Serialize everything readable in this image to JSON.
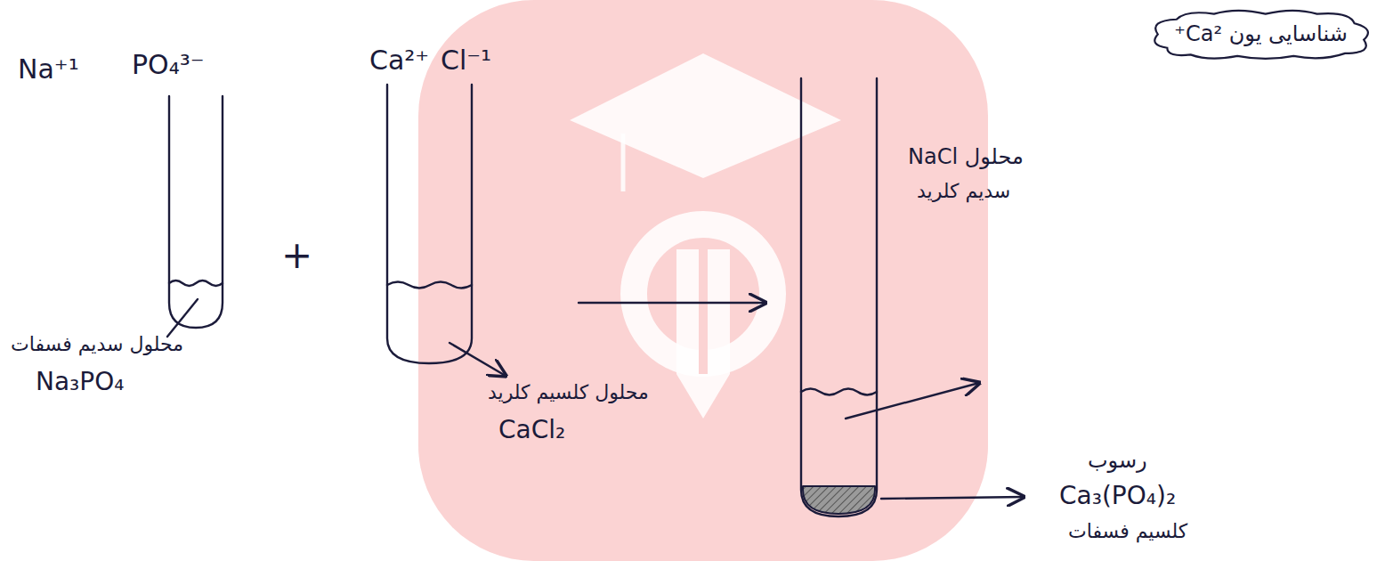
{
  "diagram": {
    "nodes": [
      {
        "text": [
          "شناسایی یون Ca²⁺"
        ]
      }
    ],
    "labels": [
      "Na⁺¹",
      "PO₄³⁻",
      "Ca²⁺",
      "Cl⁻¹",
      "محلول سدیم فسفات",
      "Na₃PO₄",
      "+",
      "محلول کلسیم کلرید",
      "CaCl₂",
      "محلول NaCl",
      "سدیم کلرید",
      "رسوب",
      "Ca₃(PO₄)₂",
      "کلسیم فسفات"
    ]
  }
}
